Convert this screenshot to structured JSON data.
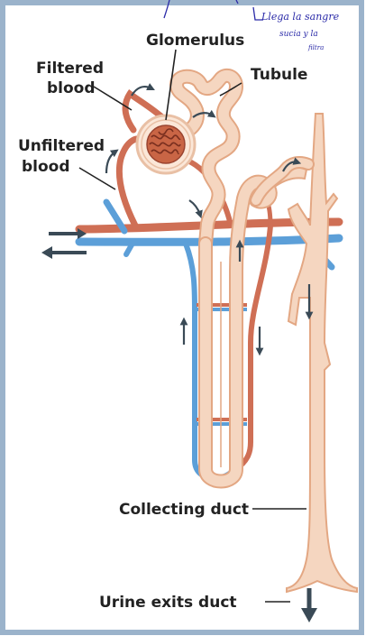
{
  "labels": {
    "glomerulus": "Glomerulus",
    "filtered_blood_line1": "Filtered",
    "filtered_blood_line2": "blood",
    "tubule": "Tubule",
    "unfiltered_blood_line1": "Unfiltered",
    "unfiltered_blood_line2": "blood",
    "collecting_duct": "Collecting duct",
    "urine_exits_duct": "Urine exits duct"
  },
  "handwritten_note": {
    "line1": "Llega la sangre",
    "line2": "sucia y la",
    "line3": "filtra"
  },
  "colors": {
    "frame": "#9bb3cb",
    "artery": "#cf6f55",
    "vein": "#5c9fd8",
    "tubule_fill": "#f5d6c0",
    "tubule_outline": "#e3a783",
    "arrow": "#3a4a56",
    "ink": "#2a2aa8"
  }
}
